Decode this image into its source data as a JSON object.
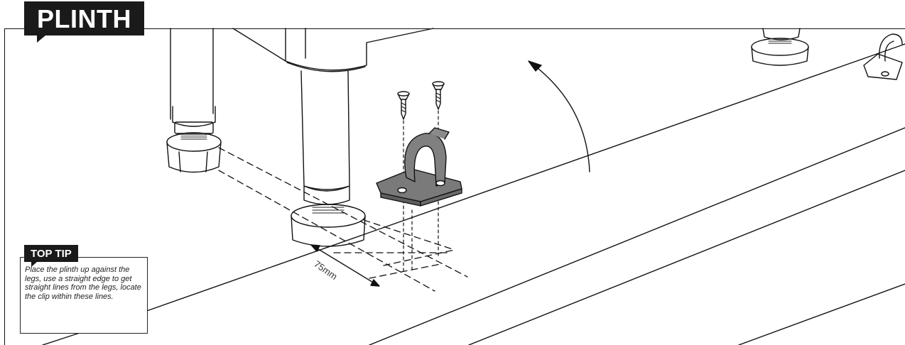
{
  "section_title": "PLINTH",
  "top_tip": {
    "heading": "TOP TIP",
    "text": "Place the plinth up against the legs, use a straight edge to get straight lines from the legs, locate the clip within these lines."
  },
  "dimension_label": "75mm",
  "colors": {
    "ink": "#1a1a1a",
    "clip_fill": "#7a7a7a",
    "background": "#ffffff"
  }
}
